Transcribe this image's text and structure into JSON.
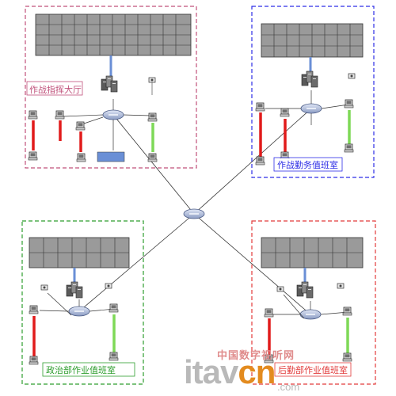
{
  "rooms": {
    "command_hall": {
      "title": "作战指挥大厅",
      "color": "#c0507a"
    },
    "duty_room": {
      "title": "作战勤务值班室",
      "color": "#2e2ee6"
    },
    "political": {
      "title": "政治部作业值班室",
      "color": "#2e9e2e"
    },
    "logistics": {
      "title": "后勤部作业值班室",
      "color": "#e23b3b"
    }
  },
  "watermark": {
    "site_cn": "中国数字视听网",
    "brand_a": "itav",
    "brand_b": "cn",
    "suffix": ".com"
  },
  "colors": {
    "red_link": "#e11b1b",
    "green_link": "#7ed957",
    "blue_link": "#6a8fd6",
    "switch": "#a9b8d8"
  }
}
